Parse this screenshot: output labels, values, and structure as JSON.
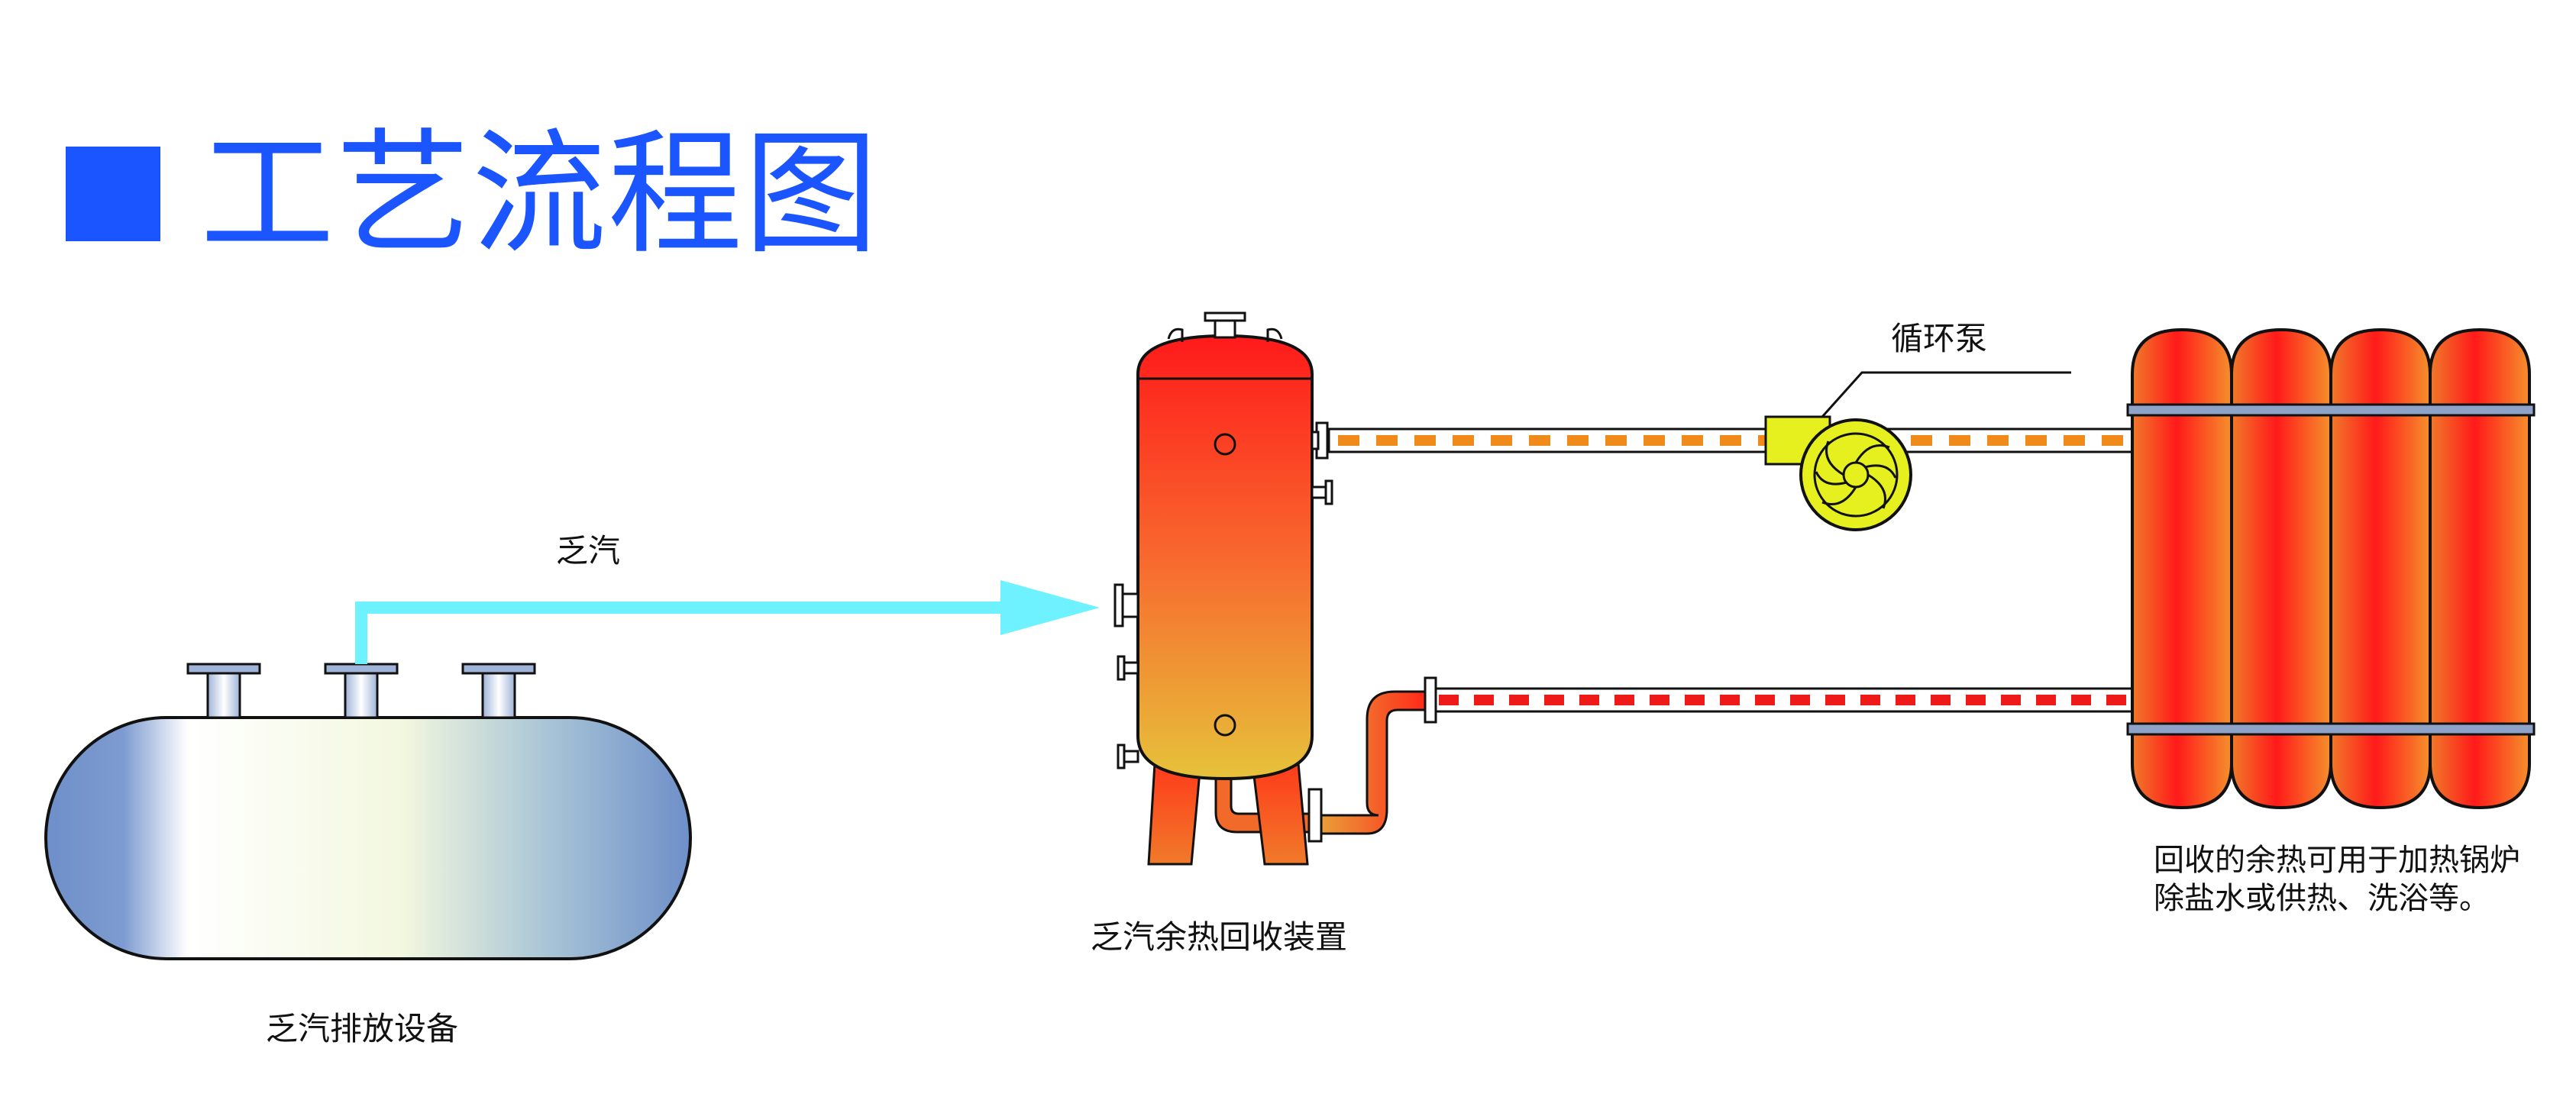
{
  "title": "工艺流程图",
  "labels": {
    "exhaust_steam": "乏汽",
    "exhaust_equipment": "乏汽排放设备",
    "recovery_device": "乏汽余热回收装置",
    "circulation_pump": "循环泵"
  },
  "note": {
    "line1": "回收的余热可用于加热锅炉",
    "line2": "除盐水或供热、洗浴等。"
  },
  "colors": {
    "title_blue": "#1a55ff",
    "steam_cyan": "#6ff2ff",
    "hot_red": "#ff2a1a",
    "warm_orange": "#f07a2a",
    "pump_yellow": "#e6f01e"
  }
}
